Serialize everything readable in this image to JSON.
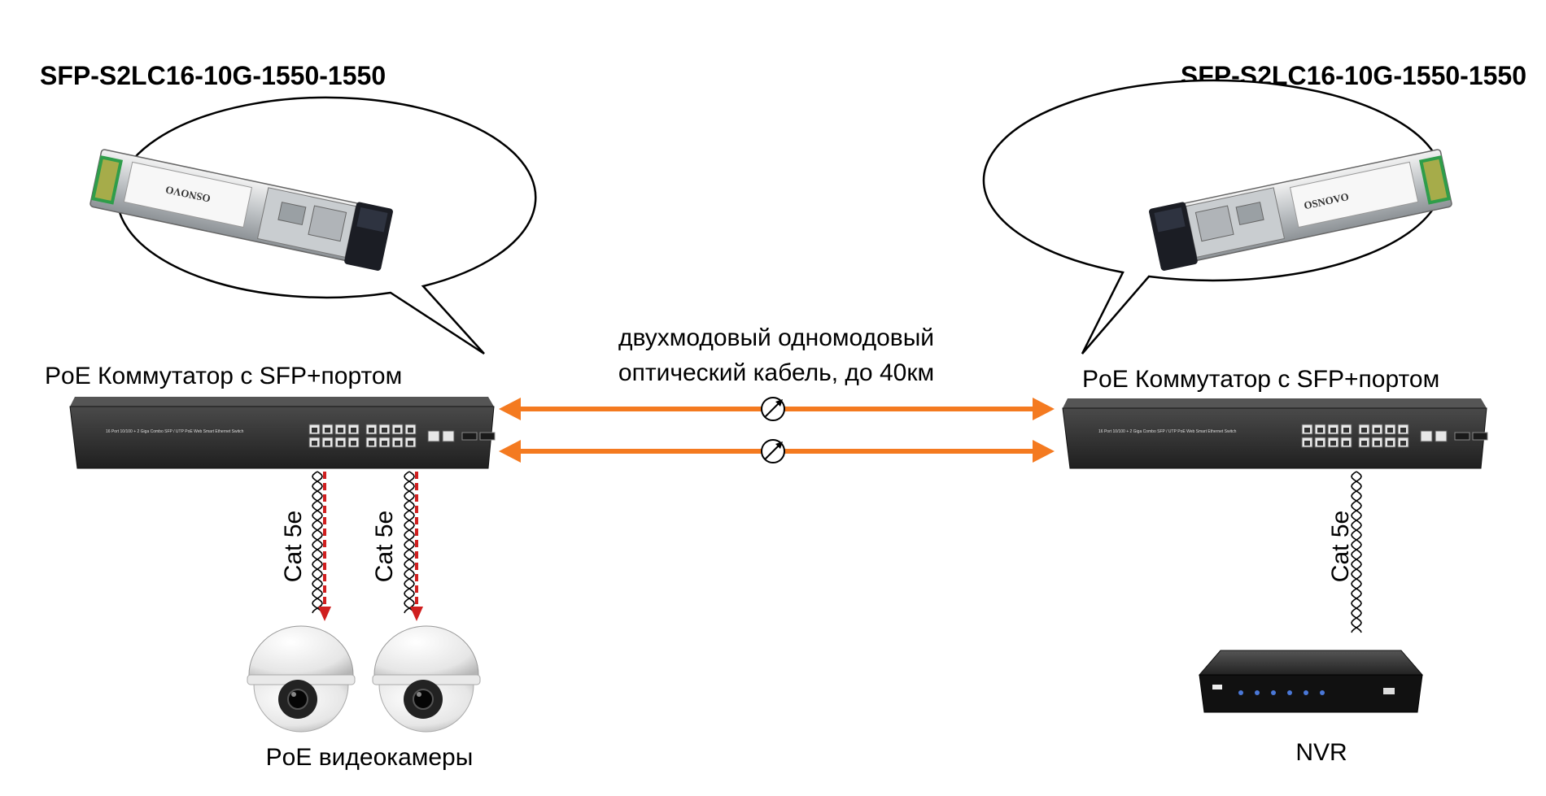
{
  "left": {
    "title": "SFP-S2LC16-10G-1550-1550",
    "switch_label": "PoE Коммутатор с SFP+портом",
    "module_brand": "OSNOVO",
    "switch_caption": "16 Port 10/100 + 2 Giga Combo SFP / UTP PoE Web Smart Ethernet Switch"
  },
  "right": {
    "title": "SFP-S2LC16-10G-1550-1550",
    "switch_label": "PoE Коммутатор с SFP+портом",
    "module_brand": "OSNOVO",
    "switch_caption": "16 Port 10/100 + 2 Giga Combo SFP / UTP PoE Web Smart Ethernet Switch"
  },
  "fiber": {
    "line1": "двухмодовый одномодовый",
    "line2": "оптический кабель, до 40км"
  },
  "cables": {
    "cat_left_1": "Cat 5e",
    "cat_left_2": "Cat 5e",
    "cat_right": "Cat 5e"
  },
  "cameras_label": "PoE видеокамеры",
  "nvr_label": "NVR",
  "colors": {
    "fiber_arrow": "#f47a20",
    "poe_arrow": "#d01f1f",
    "switch_body": "#2b2b2b"
  }
}
